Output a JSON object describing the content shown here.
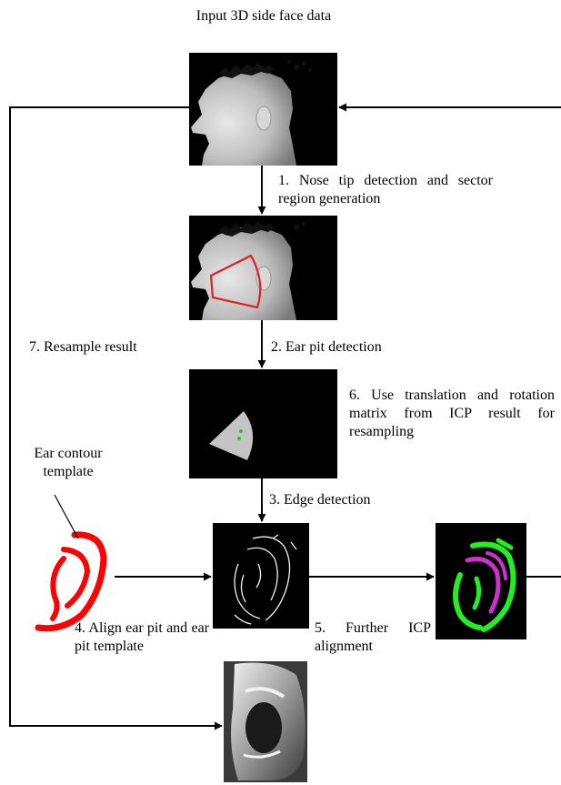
{
  "labels": {
    "input": "Input 3D side face data",
    "step1": "1. Nose tip detection and sector region generation",
    "step2": "2. Ear pit detection",
    "step3": "3. Edge detection",
    "step4": "4. Align ear pit and ear pit template",
    "step5": "5. Further ICP alignment",
    "step6": "6. Use translation and rotation matrix from ICP result for resampling",
    "step7": "7. Resample result",
    "template": "Ear contour template"
  },
  "colors": {
    "sector_outline": "#e02020",
    "template_stroke": "#ff0000",
    "icp_green": "#22ee22",
    "icp_magenta": "#cc33cc"
  }
}
